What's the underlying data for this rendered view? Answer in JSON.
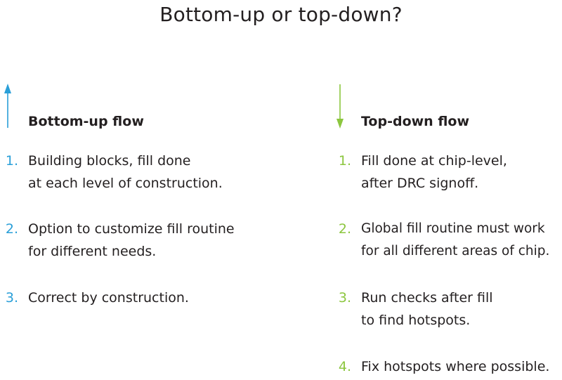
{
  "title": "Bottom-up or top-down?",
  "colors": {
    "bottom_up_accent": "#2a9fd8",
    "top_down_accent": "#8cc63f",
    "text": "#231f20"
  },
  "bottom_up": {
    "icon": "arrow-up-icon",
    "heading": "Bottom-up flow",
    "items": [
      {
        "number": "1.",
        "lines": [
          "Building blocks, fill done",
          "at each level of construction."
        ]
      },
      {
        "number": "2.",
        "lines": [
          "Option to customize fill routine",
          "for different needs."
        ]
      },
      {
        "number": "3.",
        "lines": [
          "Correct by construction."
        ]
      }
    ]
  },
  "top_down": {
    "icon": "arrow-down-icon",
    "heading": "Top-down flow",
    "items": [
      {
        "number": "1.",
        "lines": [
          "Fill done at chip-level,",
          "after DRC signoff."
        ]
      },
      {
        "number": "2.",
        "lines": [
          "Global fill routine must work",
          "for all different areas of chip."
        ]
      },
      {
        "number": "3.",
        "lines": [
          "Run checks after fill",
          "to find hotspots."
        ]
      },
      {
        "number": "4.",
        "lines": [
          "Fix hotspots where possible."
        ]
      }
    ]
  }
}
